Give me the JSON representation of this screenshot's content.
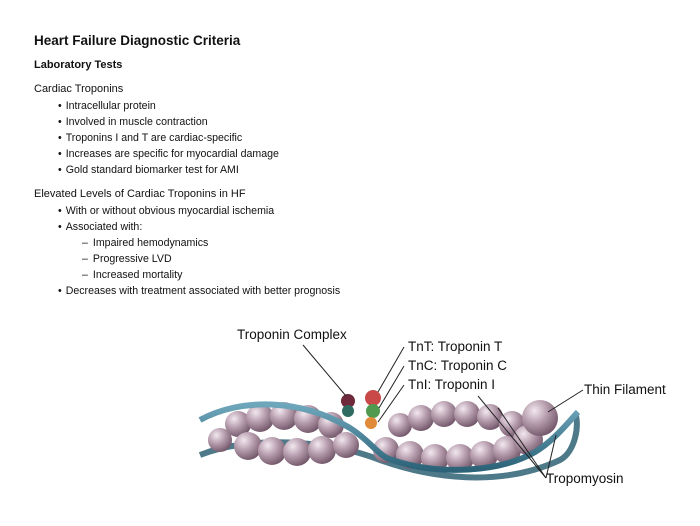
{
  "page": {
    "title": "Heart Failure Diagnostic Criteria",
    "subtitle": "Laboratory Tests"
  },
  "section1": {
    "heading": "Cardiac Troponins",
    "items": [
      "Intracellular protein",
      "Involved in muscle contraction",
      "Troponins I and T are cardiac-specific",
      "Increases are specific for myocardial damage",
      "Gold standard biomarker test for AMI"
    ]
  },
  "section2": {
    "heading": "Elevated Levels of Cardiac Troponins in HF",
    "items": [
      "With or without obvious myocardial ischemia",
      "Associated with:",
      "Impaired hemodynamics",
      "Progressive LVD",
      "Increased mortality",
      "Decreases with treatment associated with better prognosis"
    ]
  },
  "figure": {
    "labels": {
      "troponin_complex": "Troponin Complex",
      "tnt": "TnT: Troponin T",
      "tnc": "TnC: Troponin C",
      "tni": "TnI: Troponin I",
      "thin_filament": "Thin Filament",
      "tropomyosin": "Tropomyosin"
    },
    "colors": {
      "actin_bead": "#b9a0b0",
      "tropomyosin_strand": "#3f7f96",
      "tnt": "#c94848",
      "tnc": "#4f9a4f",
      "tni": "#e08a3a",
      "complex_upper": "#6e2a3a",
      "complex_lower": "#2f6b60"
    }
  }
}
